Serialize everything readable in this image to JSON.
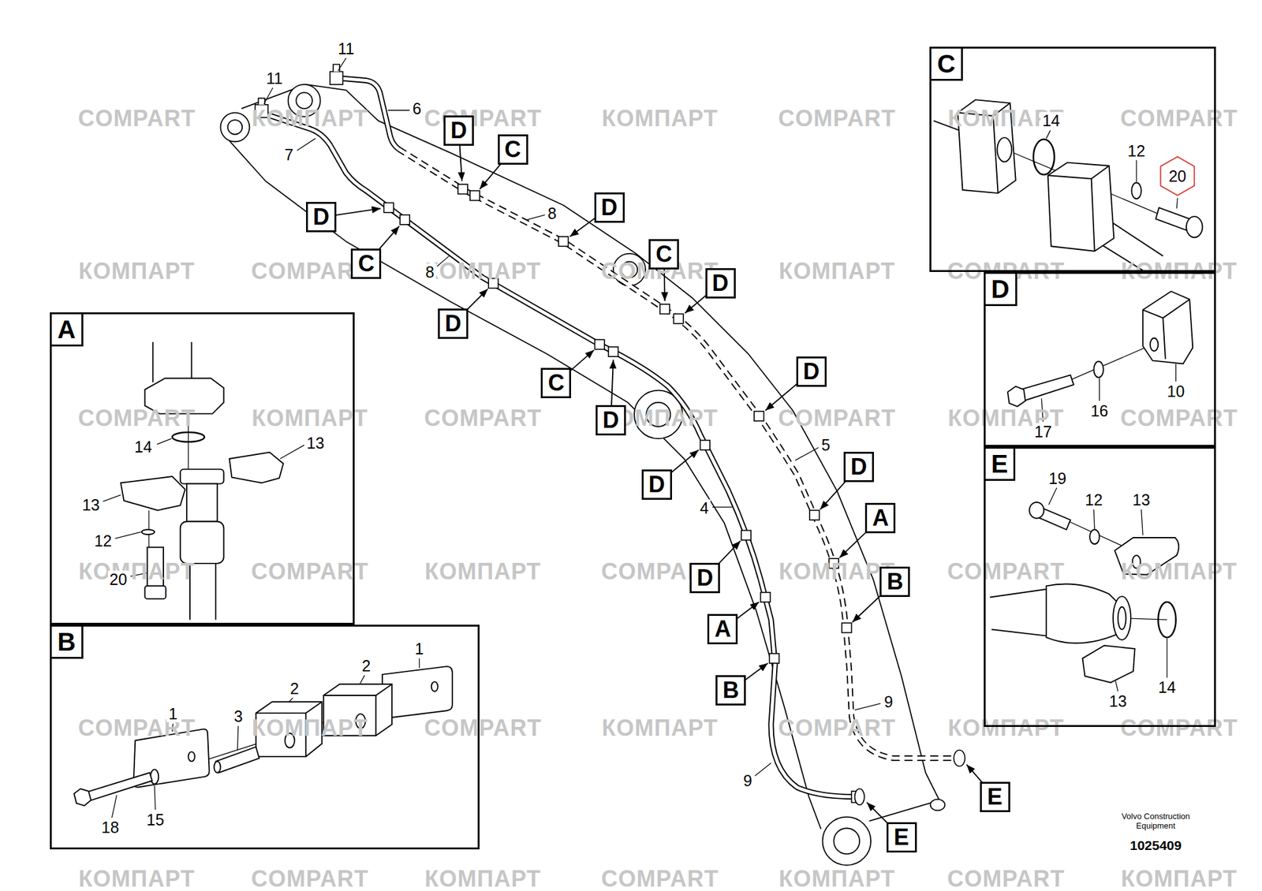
{
  "diagram": {
    "nodes": [
      {
        "text": [
          "C"
        ]
      },
      {
        "text": [
          "20"
        ],
        "in": 0
      },
      {
        "text": [
          "D"
        ]
      },
      {
        "text": [
          "E"
        ]
      },
      {
        "text": [
          "A"
        ]
      },
      {
        "text": [
          "B"
        ]
      },
      {
        "text": [
          "D"
        ]
      },
      {
        "text": [
          "C"
        ]
      },
      {
        "text": [
          "D"
        ]
      },
      {
        "text": [
          "C"
        ]
      },
      {
        "text": [
          "D"
        ]
      },
      {
        "text": [
          "C"
        ]
      },
      {
        "text": [
          "D"
        ]
      },
      {
        "text": [
          "D"
        ]
      },
      {
        "text": [
          "C"
        ]
      },
      {
        "text": [
          "D"
        ]
      },
      {
        "text": [
          "D"
        ]
      },
      {
        "text": [
          "D"
        ]
      },
      {
        "text": [
          "D"
        ]
      },
      {
        "text": [
          "A"
        ]
      },
      {
        "text": [
          "D"
        ]
      },
      {
        "text": [
          "A"
        ]
      },
      {
        "text": [
          "B"
        ]
      },
      {
        "text": [
          "B"
        ]
      },
      {
        "text": [
          "E"
        ]
      },
      {
        "text": [
          "E"
        ]
      }
    ],
    "labels": [
      "11",
      "11",
      "6",
      "7",
      "8",
      "8",
      "5",
      "4",
      "9",
      "9",
      "14",
      "13",
      "13",
      "12",
      "20",
      "1",
      "2",
      "2",
      "1",
      "3",
      "18",
      "15",
      "14",
      "12",
      "10",
      "16",
      "17",
      "19",
      "12",
      "13",
      "14",
      "13",
      "Volvo Construction Equipment",
      "1025409",
      "COMPART",
      "КОМПАРТ",
      "COMPART",
      "КОМПАРТ",
      "COMPART",
      "КОМПАРТ",
      "COMPART",
      "КОМПАРТ",
      "COMPART",
      "КОМПАРТ",
      "COMPART",
      "КОМПАРТ",
      "COMPART",
      "КОМПАРТ",
      "COMPART",
      "КОМПАРТ",
      "COMPART",
      "КОМПАРТ",
      "COMPART",
      "КОМПАРТ",
      "COMPART",
      "КОМПАРТ",
      "COMPART",
      "КОМПАРТ",
      "COMPART",
      "КОМПАРТ",
      "COMPART",
      "КОМПАРТ",
      "COMPART",
      "КОМПАРТ",
      "COMPART",
      "КОМПАРТ",
      "COMPART",
      "КОМПАРТ",
      "COMPART",
      "КОМПАРТ",
      "COMPART",
      "КОМПАРТ",
      "COMPART",
      "КОМПАРТ",
      "COMPART",
      "КОМПАРТ"
    ]
  }
}
